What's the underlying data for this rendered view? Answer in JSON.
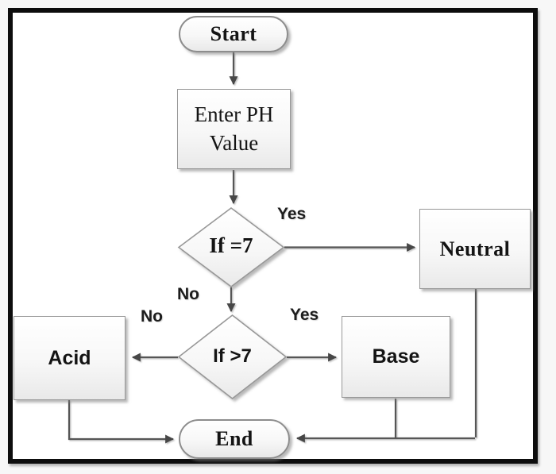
{
  "figure": {
    "description": "Flowchart deciding Acid / Base / Neutral from an entered PH value"
  },
  "colors": {
    "frame": "#0d0d0d",
    "page_background": "#f7f7f7",
    "canvas": "#ffffff",
    "connector_line": "#575757",
    "arrowhead": "#474747",
    "node_border": "#989898",
    "node_fill_top": "#ffffff",
    "node_fill_bottom": "#e9e9e9",
    "text": "#141414"
  },
  "nodes": {
    "start": {
      "label": "Start",
      "type": "terminator"
    },
    "enter_ph": {
      "label": "Enter PH Value",
      "type": "process"
    },
    "if_eq7": {
      "label": "If =7",
      "type": "decision"
    },
    "neutral": {
      "label": "Neutral",
      "type": "process"
    },
    "if_gt7": {
      "label": "If >7",
      "type": "decision"
    },
    "acid": {
      "label": "Acid",
      "type": "process"
    },
    "base": {
      "label": "Base",
      "type": "process"
    },
    "end": {
      "label": "End",
      "type": "terminator"
    }
  },
  "edges": [
    {
      "from": "start",
      "to": "enter_ph",
      "label": ""
    },
    {
      "from": "enter_ph",
      "to": "if_eq7",
      "label": ""
    },
    {
      "from": "if_eq7",
      "to": "neutral",
      "label": "Yes"
    },
    {
      "from": "if_eq7",
      "to": "if_gt7",
      "label": "No"
    },
    {
      "from": "if_gt7",
      "to": "acid",
      "label": "No"
    },
    {
      "from": "if_gt7",
      "to": "base",
      "label": "Yes"
    },
    {
      "from": "acid",
      "to": "end",
      "label": ""
    },
    {
      "from": "base",
      "to": "end",
      "label": ""
    },
    {
      "from": "neutral",
      "to": "end",
      "label": ""
    }
  ]
}
